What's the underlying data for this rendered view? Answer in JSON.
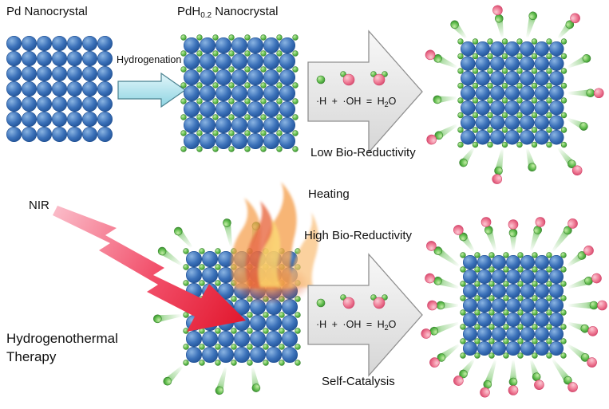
{
  "labels": {
    "pd_crystal": "Pd Nanocrystal",
    "pdh_prefix": "PdH",
    "pdh_sub": "0.2",
    "pdh_suffix": " Nanocrystal",
    "hydrogenation": "Hydrogenation",
    "low_bio": "Low Bio-Reductivity",
    "nir": "NIR",
    "heating": "Heating",
    "high_bio": "High Bio-Reductivity",
    "therapy1": "Hydrogenothermal",
    "therapy2": "Therapy",
    "self_catalysis": "Self-Catalysis"
  },
  "reaction": {
    "lhs": "·H + ·OH = H",
    "sub": "2",
    "tail": "O"
  },
  "icons": {
    "pd_atom": "blue-pd-sphere",
    "h_atom": "green-h-sphere",
    "oh_radical": "pink-oh-sphere",
    "comet": "escaping-h-comet",
    "flame": "flame",
    "nir_bolt": "red-lightning-arrow",
    "reaction_arrow": "gray-block-arrow",
    "hydrogenation_arrow": "cyan-block-arrow"
  },
  "colors": {
    "background": "#ffffff",
    "text": "#111111",
    "pd_light": "#8ab4e2",
    "pd_mid": "#3c72ba",
    "pd_dark": "#1d4e92",
    "h_light": "#c4eca6",
    "h_mid": "#5cba4a",
    "h_dark": "#35822c",
    "oh_light": "#fbc9d4",
    "oh_mid": "#ef7b95",
    "oh_dark": "#d14067",
    "cyan_light": "#e2f6fa",
    "cyan_dark": "#8ed4e2",
    "cyan_stroke": "#49818f",
    "arrow_gray_light": "#f8f8f8",
    "arrow_gray_dark": "#d6d6d6",
    "arrow_stroke": "#8f8f8f",
    "nir_light": "#fbc3cf",
    "nir_mid": "#f2506b",
    "nir_dark": "#e2182e",
    "flame_outer": "#f5a050",
    "flame_light": "#f8bc74",
    "flame_mid": "#e8643c",
    "flame_core": "#fbd46b",
    "glow_core": "#ffad3f"
  }
}
